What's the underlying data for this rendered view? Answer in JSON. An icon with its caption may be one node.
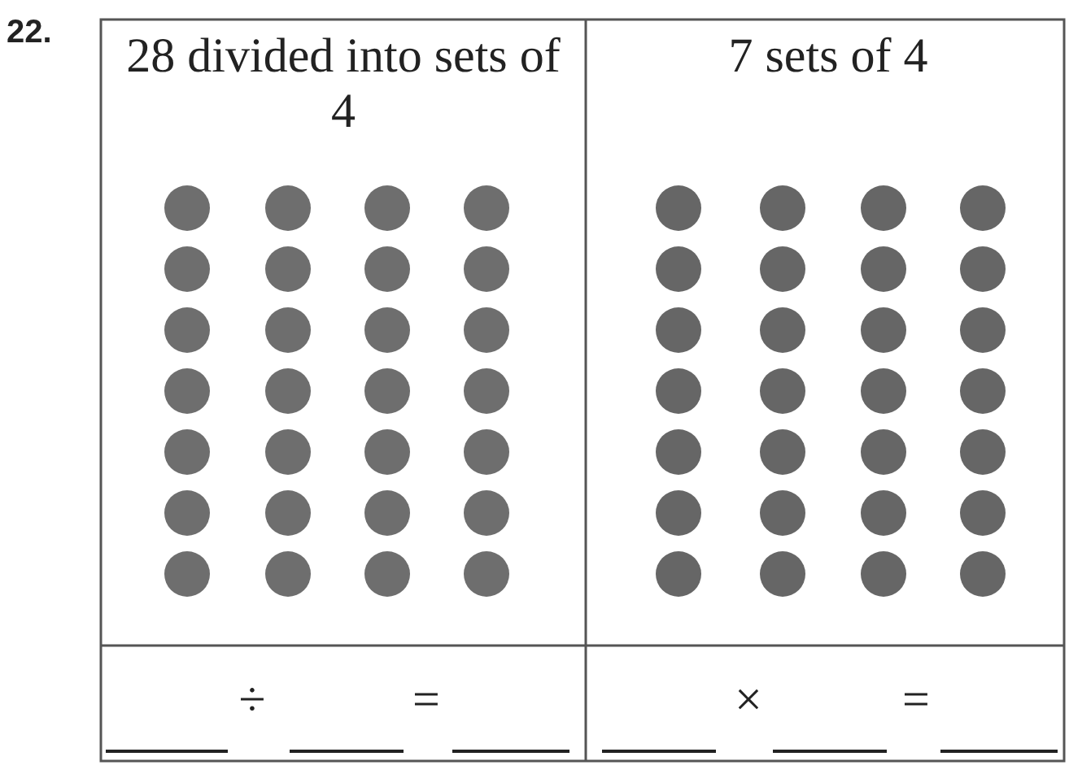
{
  "diagram": {
    "labels": [
      "22.",
      "28 divided into sets of 4",
      "7 sets of 4",
      "÷",
      "=",
      "×",
      "="
    ]
  }
}
